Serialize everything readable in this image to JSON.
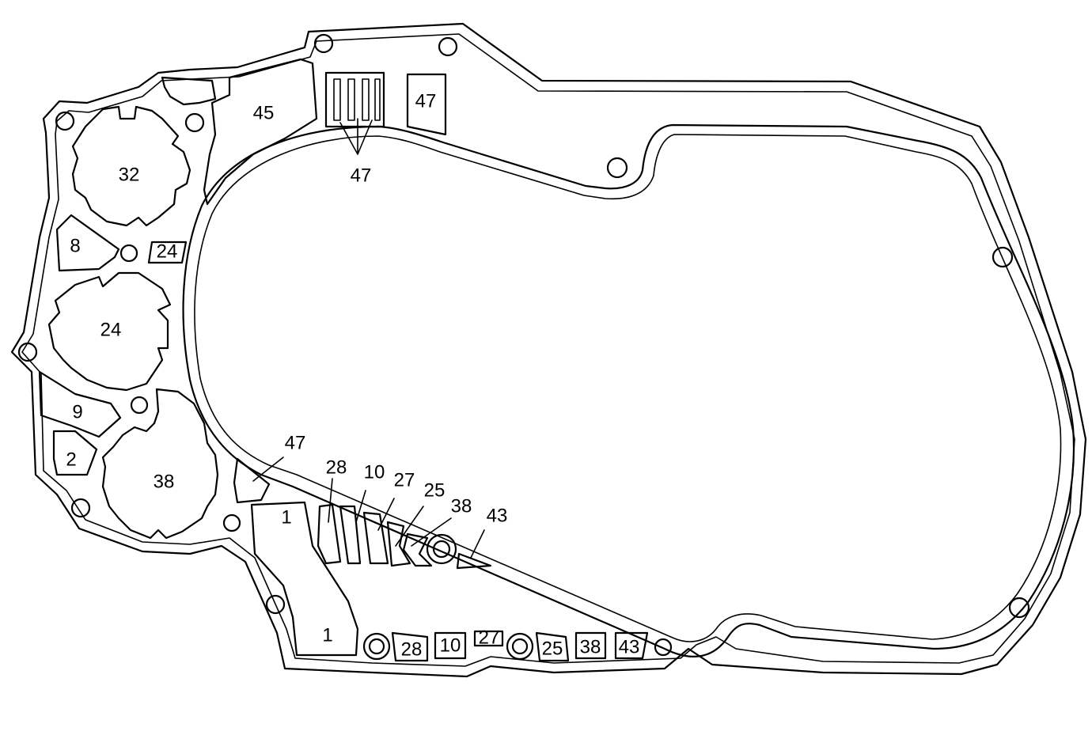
{
  "labels": {
    "port_45": "45",
    "port_47_box": "47",
    "callout_47_top": "47",
    "port_32": "32",
    "port_8": "8",
    "port_24_small": "24",
    "port_24": "24",
    "port_9": "9",
    "port_2": "2",
    "port_38": "38",
    "callout_47_mid": "47",
    "callout_28": "28",
    "callout_10": "10",
    "callout_27": "27",
    "callout_25": "25",
    "callout_38": "38",
    "callout_43": "43",
    "port_1_upper": "1",
    "port_1_lower": "1",
    "bottom_28": "28",
    "bottom_10": "10",
    "bottom_27": "27",
    "bottom_25": "25",
    "bottom_38": "38",
    "bottom_43": "43"
  }
}
